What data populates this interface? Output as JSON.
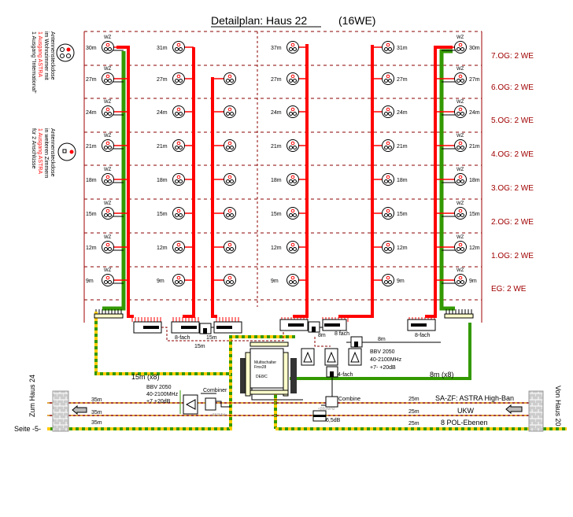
{
  "title": "Detailplan:  Haus 22",
  "subtitle": "(16WE)",
  "legend": {
    "socket_3": [
      "Antennensteckdose",
      "im Wohnzimmer mit",
      "1 Ausgang ASTRA",
      "1 Ausgang \"International\""
    ],
    "socket_2": [
      "Antennensteckdose",
      "in weiteren Zimmern",
      "1 Ausgang ASTRA",
      "für 2 Anschlüsse"
    ]
  },
  "floors": [
    "7.OG: 2 WE",
    "6.OG: 2 WE",
    "5.OG: 2 WE",
    "4.OG: 2 WE",
    "3.OG: 2 WE",
    "2.OG: 2 WE",
    "1.OG: 2 WE",
    "EG: 2 WE"
  ],
  "room_label": "WZ",
  "columns": [
    {
      "lengths": [
        "30m",
        "27m",
        "24m",
        "21m",
        "18m",
        "15m",
        "12m",
        "9m"
      ],
      "label_side": "left",
      "wz": true
    },
    {
      "lengths": [
        "31m",
        "27m",
        "24m",
        "21m",
        "18m",
        "15m",
        "12m",
        "9m"
      ],
      "label_side": "left",
      "wz": false
    },
    {
      "lengths": [
        "",
        "",
        "",
        "",
        "",
        "",
        "",
        ""
      ],
      "label_side": "none",
      "wz": false
    },
    {
      "lengths": [
        "37m",
        "27m",
        "24m",
        "21m",
        "18m",
        "15m",
        "12m",
        "9m"
      ],
      "label_side": "left",
      "wz": false
    },
    {
      "lengths": [
        "31m",
        "27m",
        "24m",
        "21m",
        "18m",
        "15m",
        "12m",
        "9m"
      ],
      "label_side": "right",
      "wz": false
    },
    {
      "lengths": [
        "30m",
        "27m",
        "24m",
        "21m",
        "18m",
        "15m",
        "12m",
        "9m"
      ],
      "label_side": "right",
      "wz": true
    }
  ],
  "distribution": {
    "splitter_left": "8-fach",
    "splitter_right": "8 fach",
    "splitter_far_right": "8-fach",
    "tap_4": "4-fach",
    "len_15m_a": "15m",
    "len_15m_b": "15m",
    "len_8m_a": "8m",
    "len_8m_b": "8m",
    "multiswitch": [
      "Multischalter",
      "Fmx28",
      "DE8/C"
    ],
    "amp_spec": [
      "BBV 2050",
      "40-2100MHz",
      "+7- +20dB"
    ],
    "combiner": "Combine",
    "combiner_freq": "<860MHz",
    "attenuator": "6,5dB",
    "run_left": "15m (x8)",
    "run_right": "8m (x8)"
  },
  "incoming": {
    "left_amp_spec": [
      "BBV 2050",
      "40-2100MHz",
      "+7  +20dB"
    ],
    "left_combiner": "Combiner",
    "left_combiner_freq": "<860MHz",
    "left_lengths": [
      "35m",
      "35m",
      "35m"
    ],
    "right_lengths": [
      "25m",
      "25m",
      "25m"
    ],
    "right_labels": [
      "SA-ZF: ASTRA  High-Ban",
      "UKW",
      "8 POL-Ebenen"
    ],
    "from_left": "Zum Haus 24",
    "page_ref": "Seite -5-",
    "from_right": "Von Haus 20"
  },
  "colors": {
    "satellite": "#ff0000",
    "terrestrial": "#339900",
    "trunk_yellow": "#ffcc00",
    "grid": "#8b0000"
  }
}
